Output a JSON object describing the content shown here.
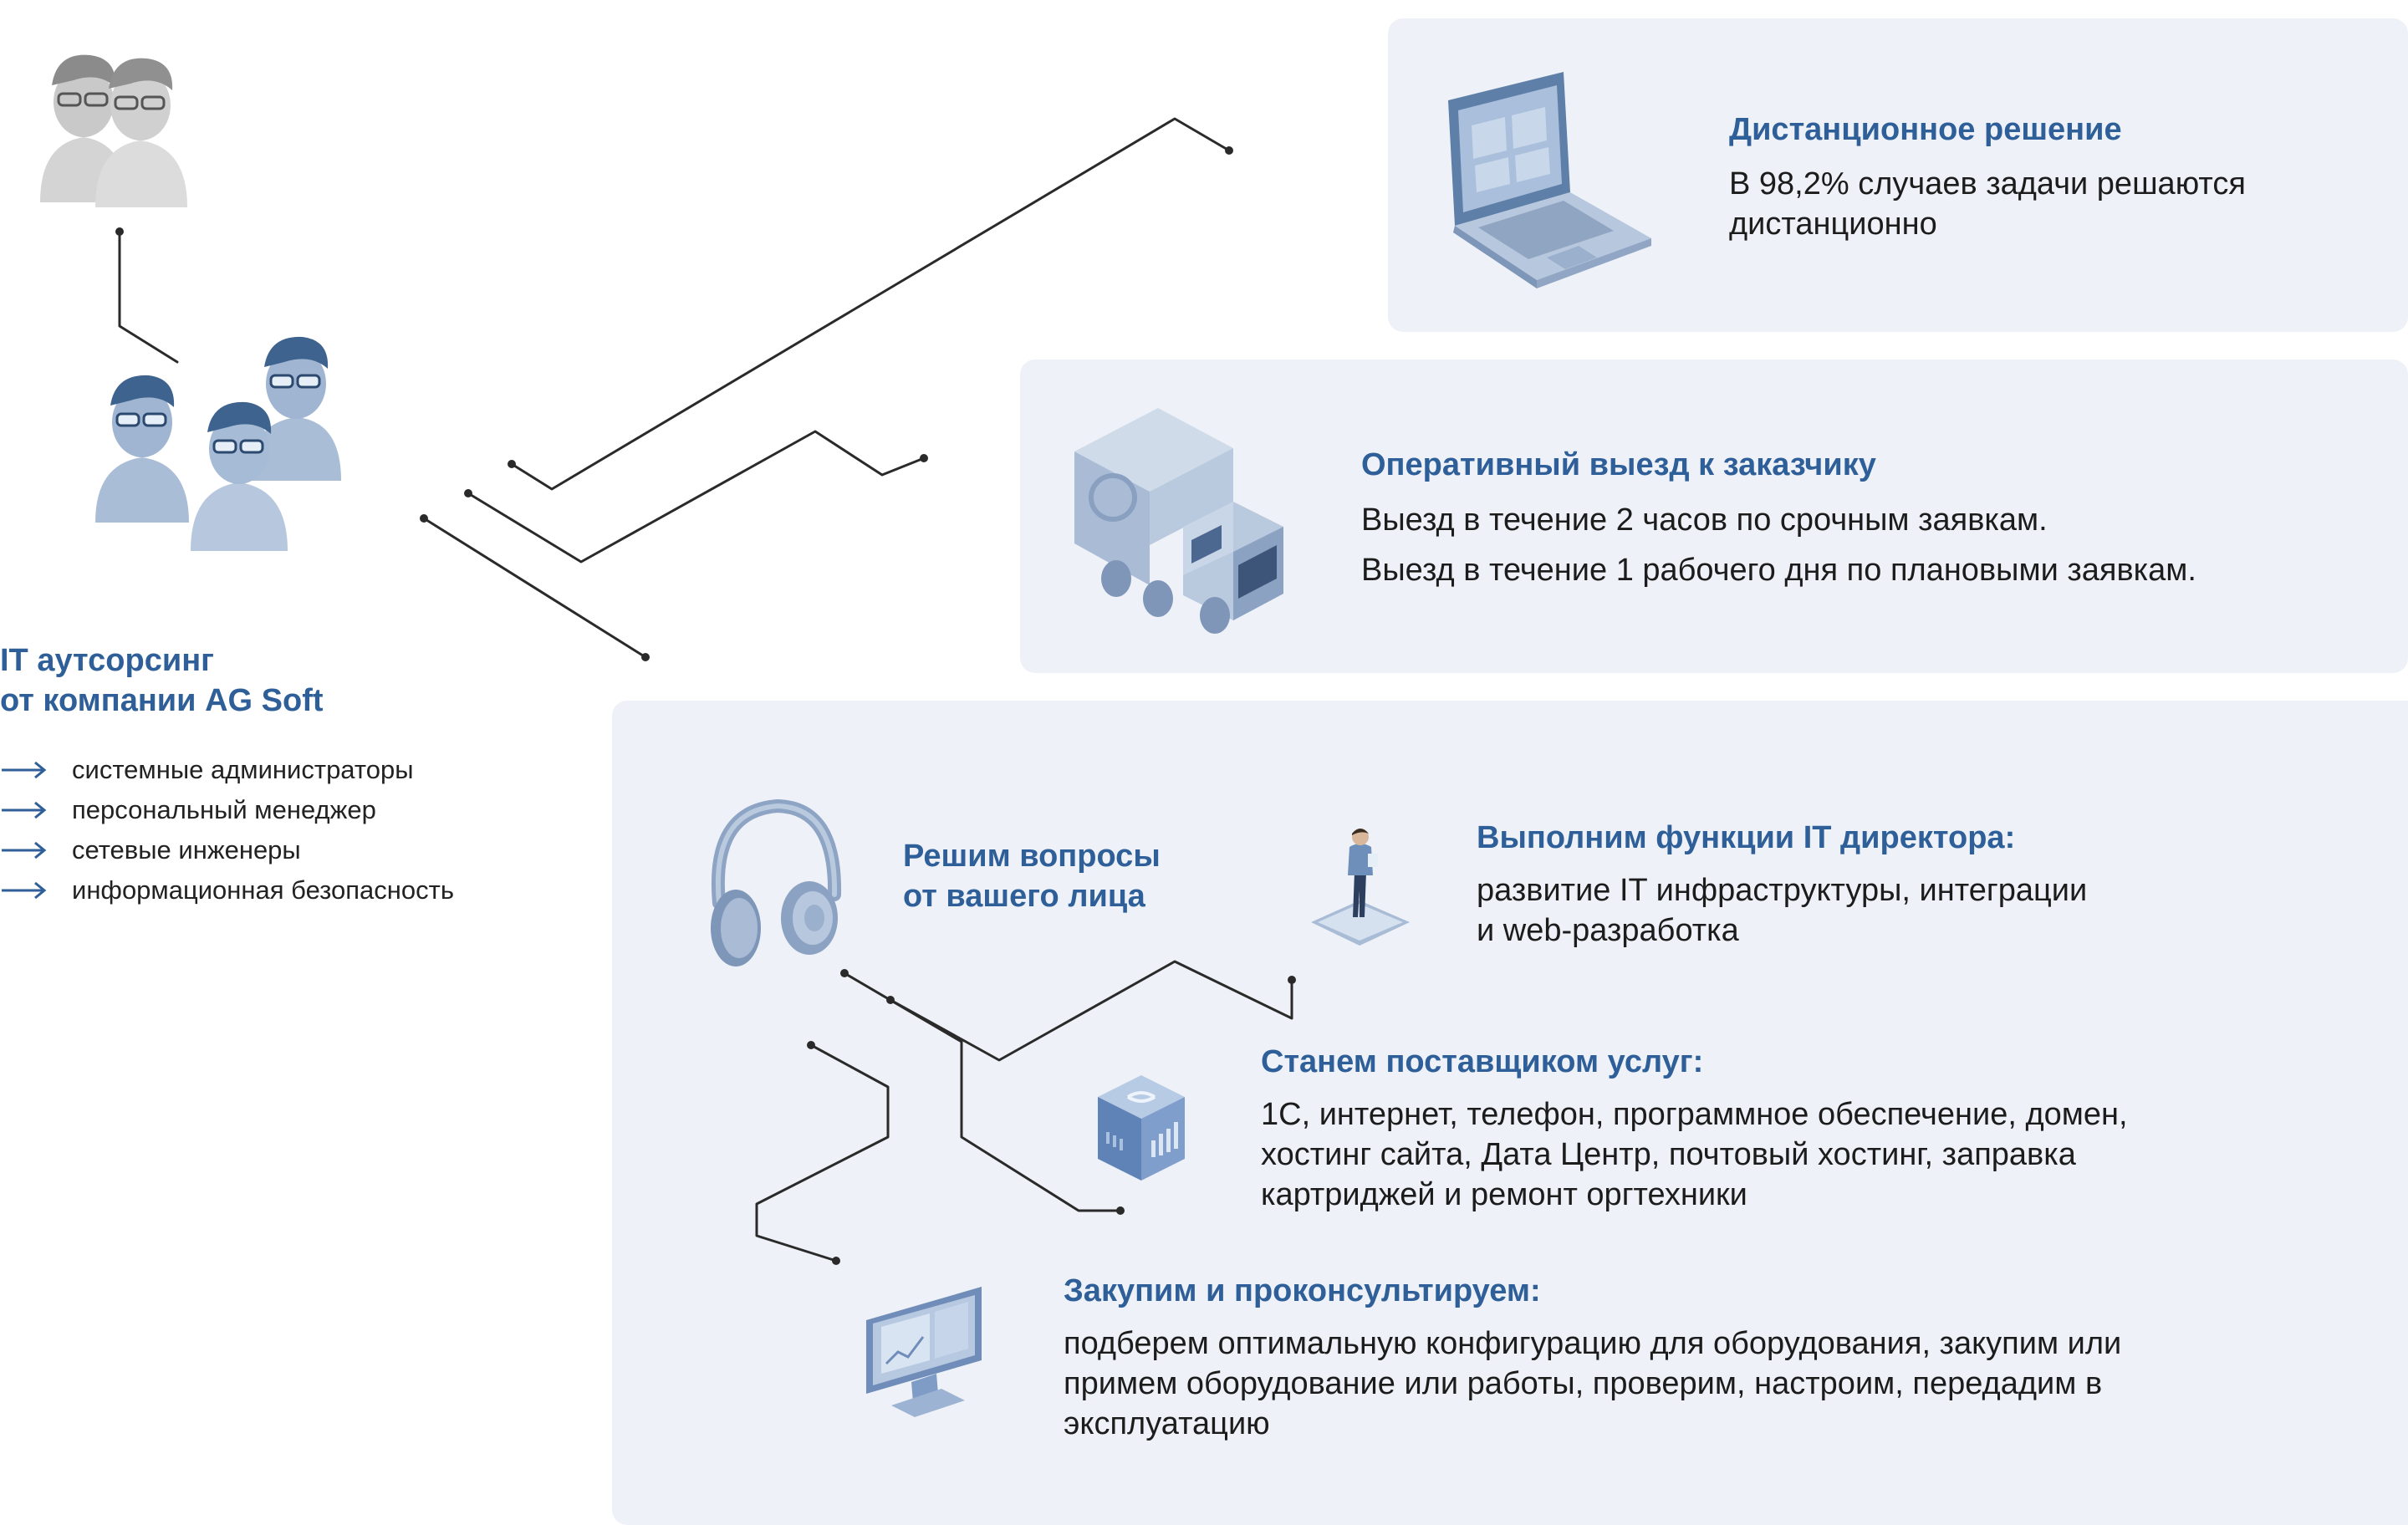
{
  "company": {
    "title_line1": "IT аутсорсинг",
    "title_line2": "от компании AG Soft",
    "services": [
      "системные администраторы",
      "персональный менеджер",
      "сетевые инженеры",
      "информационная безопасность"
    ]
  },
  "remote": {
    "heading": "Дистанционное решение",
    "line1": "В 98,2% случаев задачи решаются",
    "line2": "дистанционно"
  },
  "onsite": {
    "heading": "Оперативный выезд к заказчику",
    "line1": "Выезд в течение 2 часов по срочным заявкам.",
    "line2": "Выезд в течение 1 рабочего дня по плановыми заявкам."
  },
  "support": {
    "heading_line1": "Решим вопросы",
    "heading_line2": "от вашего лица"
  },
  "it_director": {
    "heading": "Выполним функции IT директора:",
    "line1": "развитие IT инфраструктуры, интеграции",
    "line2": "и web-разработка"
  },
  "provider": {
    "heading": "Станем поставщиком услуг:",
    "line1": "1С, интернет, телефон, программное обеспечение, домен,",
    "line2": "хостинг сайта, Дата Центр, почтовый хостинг, заправка",
    "line3": "картриджей и ремонт оргтехники"
  },
  "procurement": {
    "heading": "Закупим и проконсультируем:",
    "line1": "подберем оптимальную конфигурацию для оборудования, закупим или",
    "line2": "примем оборудование или работы, проверим, настроим, передадим в",
    "line3": "эксплуатацию"
  },
  "colors": {
    "accent": "#2f5f98",
    "card_bg": "#eef2f8",
    "line": "#2a2a2a"
  }
}
